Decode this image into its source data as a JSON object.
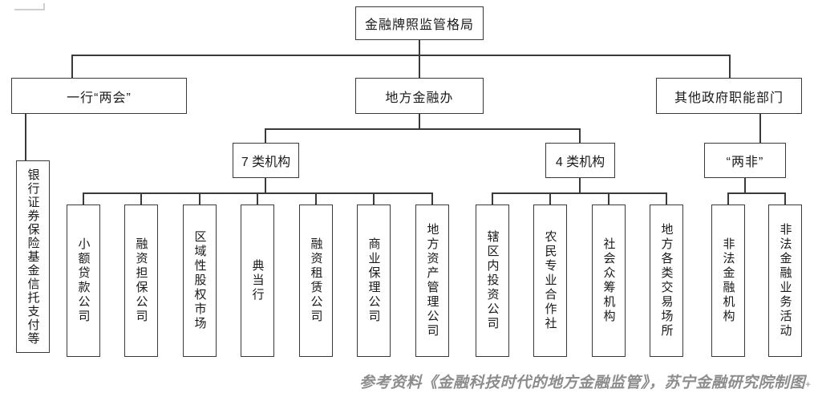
{
  "root": {
    "label": "金融牌照监管格局"
  },
  "level2": {
    "central_bank": "一行“两会”",
    "local_finance_office": "地方金融办",
    "other_gov_departments": "其他政府职能部门"
  },
  "level3": {
    "seven_types": "7 类机构",
    "four_types": "4 类机构",
    "two_illegals": "“两非”"
  },
  "central_bank_scope": "银行证券保险基金信托支付等",
  "leaves": [
    "小额贷款公司",
    "融资担保公司",
    "区域性股权市场",
    "典当行",
    "融资租赁公司",
    "商业保理公司",
    "地方资产管理公司",
    "辖区内投资公司",
    "农民专业合作社",
    "社会众筹机构",
    "地方各类交易场所",
    "非法金融机构",
    "非法金融业务活动"
  ],
  "caption": {
    "text": "参考资料《金融科技时代的地方金融监管》，苏宁金融研究院制图",
    "mark": "+"
  },
  "colors": {
    "line": "#3a3a3a",
    "text": "#1a1a1a",
    "caption": "#8c8c8c",
    "background": "#ffffff"
  }
}
